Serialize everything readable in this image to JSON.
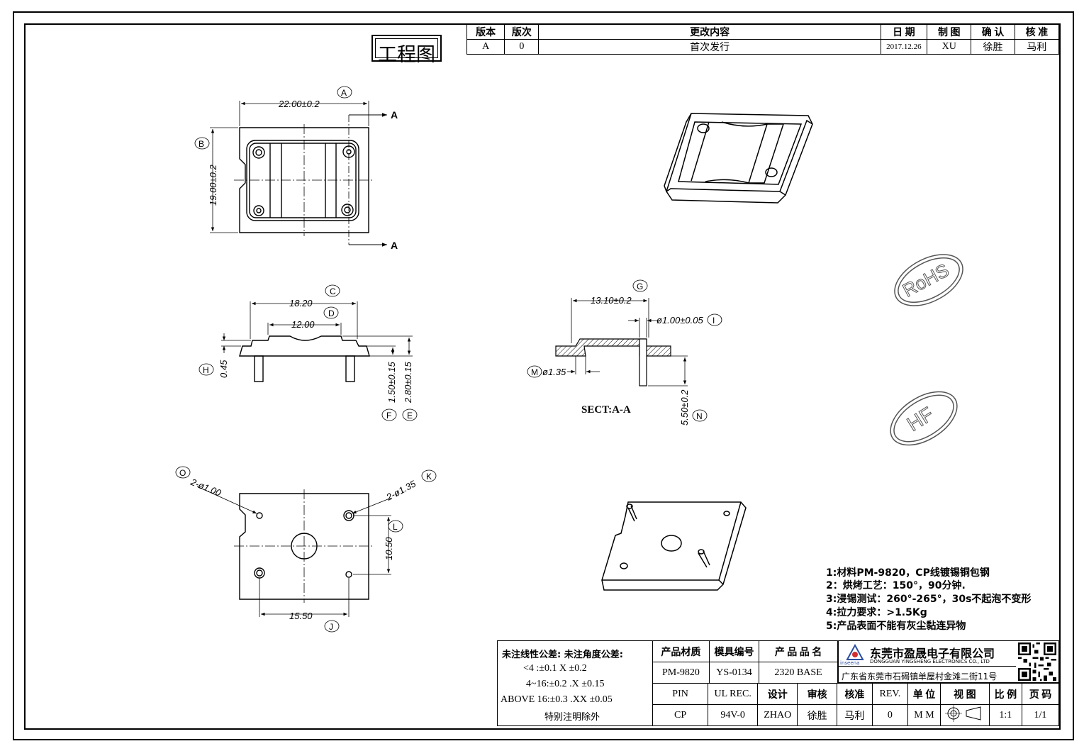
{
  "title_block": {
    "label": "工程图"
  },
  "revision_table": {
    "headers": [
      "版本",
      "版次",
      "更改内容",
      "日 期",
      "制 图",
      "确 认",
      "核 准"
    ],
    "rows": [
      [
        "A",
        "0",
        "首次发行",
        "2017.12.26",
        "XU",
        "徐胜",
        "马利"
      ]
    ]
  },
  "dimensions": {
    "top_view": {
      "width": "22.00±0.2",
      "height": "19.00±0.2",
      "label_a": "A",
      "label_b": "B",
      "section_mark": "A"
    },
    "side_view": {
      "c": "18.20",
      "d": "12.00",
      "h": "0.45",
      "f": "1.50±0.15",
      "e": "2.80±0.15",
      "label_c": "C",
      "label_d": "D",
      "label_h": "H",
      "label_f": "F",
      "label_e": "E"
    },
    "section_view": {
      "g": "13.10±0.2",
      "i": "ø1.00±0.05",
      "m": "ø1.35",
      "n": "5.50±0.2",
      "label_g": "G",
      "label_i": "I",
      "label_m": "M",
      "label_n": "N",
      "caption": "SECT:A-A"
    },
    "bottom_view": {
      "o": "2-ø1.00",
      "k": "2-ø1.35",
      "l": "10.50",
      "j": "15.50",
      "label_o": "O",
      "label_k": "K",
      "label_l": "L",
      "label_j": "J"
    }
  },
  "stamps": {
    "rohs": "RoHS",
    "hf": "HF"
  },
  "notes": [
    "1:材料PM-9820，CP线镀锡铜包钢",
    "2：烘烤工艺：150°，90分钟.",
    "3:浸锡测试：260°-265°，30s不起泡不变形",
    "4:拉力要求：>1.5Kg",
    "5:产品表面不能有灰尘黏连异物"
  ],
  "tolerance": {
    "line1": "未注线性公差:  未注角度公差:",
    "line2": "<4 :±0.1  X ±0.2",
    "line3": "4~16:±0.2  .X ±0.15",
    "line4": "ABOVE 16:±0.3  .XX ±0.05",
    "line5": "特别注明除外"
  },
  "info_table": {
    "row1": [
      "产品材质",
      "模具编号",
      "产 品 品 名"
    ],
    "row2": [
      "PM-9820",
      "YS-0134",
      "2320 BASE"
    ],
    "row3": [
      "PIN",
      "UL REC.",
      "设计",
      "审核",
      "核准",
      "REV.",
      "单 位",
      "视 图",
      "比 例",
      "页 码"
    ],
    "row4": [
      "CP",
      "94V-0",
      "ZHAO",
      "徐胜",
      "马利",
      "0",
      "M M",
      "",
      "1:1",
      "1/1"
    ]
  },
  "company": {
    "name": "东莞市盈晟电子有限公司",
    "name_en": "DONGGUAN YINGSHENG ELECTRONICS CO., LTD",
    "logo_text": "inseena",
    "address": "广东省东莞市石碣镇单屋村金滩二街11号"
  }
}
